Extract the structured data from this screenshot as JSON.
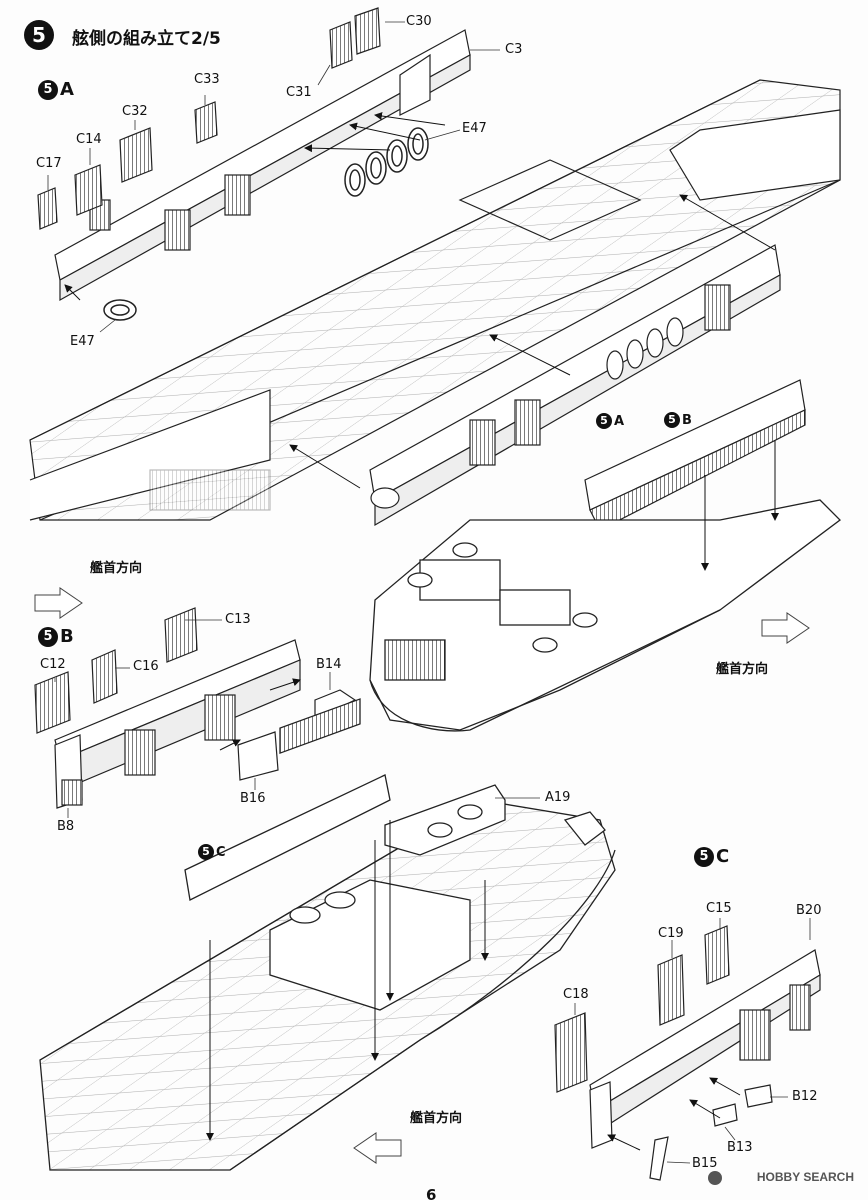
{
  "step": {
    "number": "5",
    "title": "舷側の組み立て2/5"
  },
  "substeps": {
    "a": "A",
    "b": "B",
    "c": "C",
    "digit": "5"
  },
  "bow_direction": "艦首方向",
  "parts": {
    "c30": "C30",
    "c3": "C3",
    "c31": "C31",
    "c33": "C33",
    "c32": "C32",
    "c14": "C14",
    "c17": "C17",
    "e47": "E47",
    "c13": "C13",
    "c16": "C16",
    "c12": "C12",
    "b14": "B14",
    "b16": "B16",
    "b8": "B8",
    "a19": "A19",
    "c15": "C15",
    "b20": "B20",
    "c19": "C19",
    "c18": "C18",
    "b12": "B12",
    "b13": "B13",
    "b15": "B15"
  },
  "page_number": "6",
  "watermark": "HOBBY SEARCH",
  "colors": {
    "ink": "#111111",
    "paper": "#fdfdfd",
    "line": "#222222"
  }
}
